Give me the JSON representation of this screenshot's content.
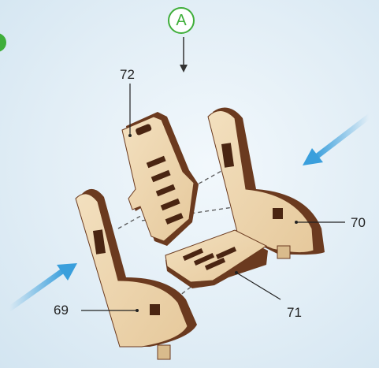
{
  "step_marker": "A",
  "parts": [
    {
      "id": "69",
      "label": "69"
    },
    {
      "id": "70",
      "label": "70"
    },
    {
      "id": "71",
      "label": "71"
    },
    {
      "id": "72",
      "label": "72"
    }
  ],
  "colors": {
    "wood_face": "#ecd4ad",
    "wood_edge": "#6b3a1f",
    "arrow": "#3a9fdc",
    "marker": "#3fae3a",
    "background": "#e2eef6"
  }
}
